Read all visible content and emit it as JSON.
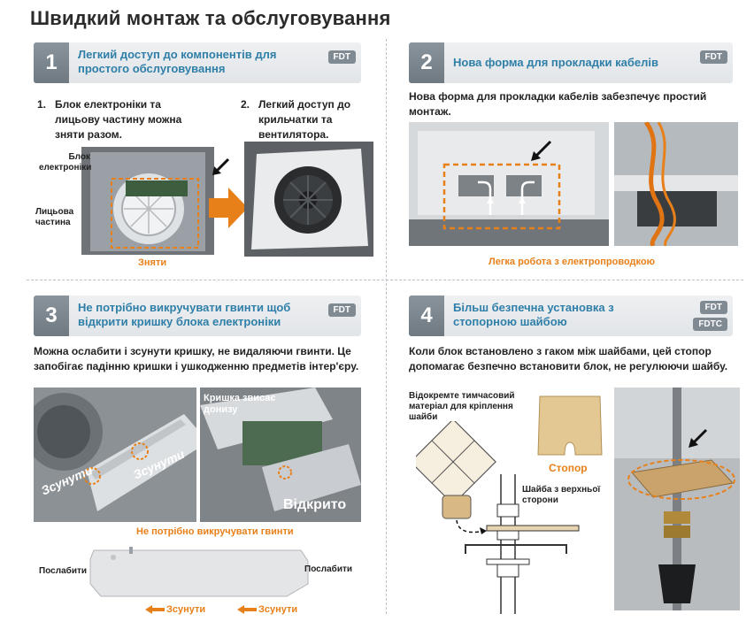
{
  "page": {
    "title": "Швидкий монтаж та обслуговування"
  },
  "colors": {
    "accent_orange": "#e8801a",
    "title_blue": "#2f7fa8",
    "band_grey": "#e5e8eb",
    "num_grey": "#7b858d"
  },
  "section1": {
    "number": "1",
    "title": "Легкий доступ до компонентів для простого обслуговування",
    "tag": "FDT",
    "step1_num": "1.",
    "step1_text": "Блок електроніки та лицьову частину можна зняти разом.",
    "step2_num": "2.",
    "step2_text": "Легкий доступ до крильчатки та вентилятора.",
    "label_electronics": "Блок електроніки",
    "label_front": "Лицьова частина",
    "caption": "Зняти"
  },
  "section2": {
    "number": "2",
    "title": "Нова форма для прокладки кабелів",
    "tag": "FDT",
    "text": "Нова форма для прокладки кабелів забезпечує простий монтаж.",
    "caption": "Легка робота з електропроводкою"
  },
  "section3": {
    "number": "3",
    "title": "Не потрібно викручувати гвинти щоб відкрити кришку блока електроніки",
    "tag": "FDT",
    "text": "Можна ослабити і зсунути кришку, не видаляючи гвинти. Це запобігає падінню кришки і ушкодженню предметів інтер'єру.",
    "slide1": "Зсунути",
    "slide2": "Зсунути",
    "cover_hangs": "Кришка звисає донизу",
    "opened": "Відкрито",
    "caption": "Не потрібно викручувати гвинти",
    "loosen_left": "Послабити",
    "loosen_right": "Послабити",
    "bottom_slide1": "Зсунути",
    "bottom_slide2": "Зсунути"
  },
  "section4": {
    "number": "4",
    "title": "Більш безпечна установка з стопорною шайбою",
    "tag1": "FDT",
    "tag2": "FDTC",
    "text": "Коли блок встановлено з гаком між шайбами, цей стопор допомагає безпечно встановити блок, не регулюючи шайбу.",
    "separate_label": "Відокремте тимчасовий матеріал для кріплення шайби",
    "stopper": "Стопор",
    "washer_label": "Шайба з верхньої сторони"
  }
}
